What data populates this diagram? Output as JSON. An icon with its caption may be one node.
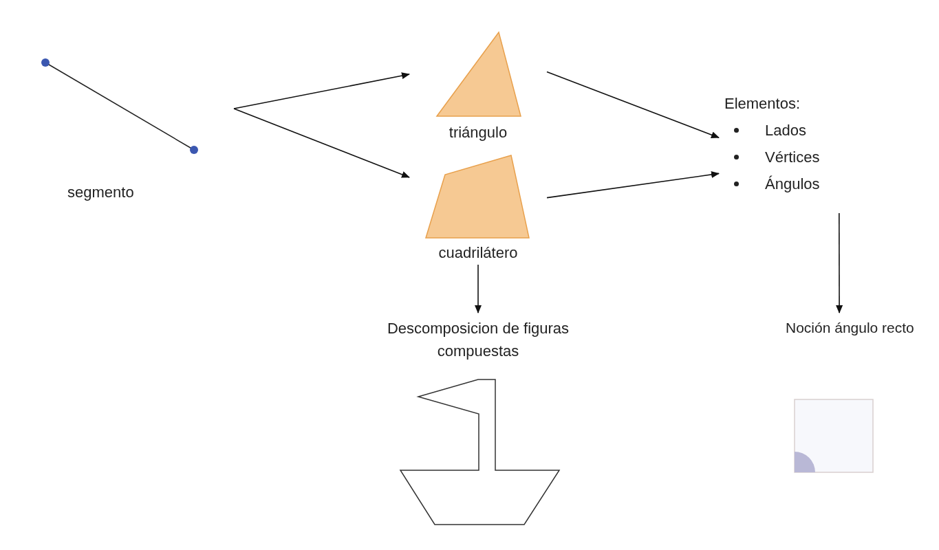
{
  "diagram": {
    "nodes": [
      {
        "text": [
          "segmento"
        ]
      },
      {
        "text": [
          "triángulo"
        ]
      },
      {
        "text": [
          "cuadrilátero"
        ]
      },
      {
        "text": [
          "Elementos:",
          "Lados",
          "Vértices",
          "Ángulos"
        ]
      },
      {
        "text": [
          "Descomposicion de figuras compuestas"
        ]
      },
      {
        "text": [
          "Noción ángulo recto"
        ]
      }
    ],
    "edges": [
      {
        "from": 0,
        "to": 1,
        "arrow": "to"
      },
      {
        "from": 0,
        "to": 2,
        "arrow": "to"
      },
      {
        "from": 1,
        "to": 3,
        "arrow": "to"
      },
      {
        "from": 2,
        "to": 3,
        "arrow": "to"
      },
      {
        "from": 2,
        "to": 4,
        "arrow": "to"
      },
      {
        "from": 3,
        "to": 5,
        "arrow": "to"
      }
    ]
  }
}
